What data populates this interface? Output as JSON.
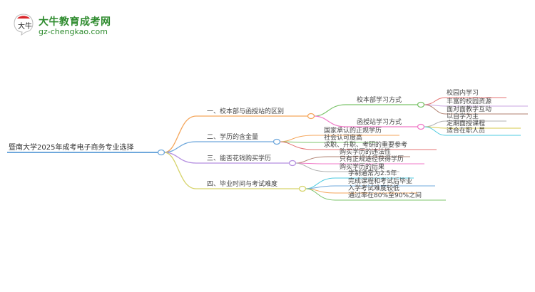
{
  "logo": {
    "title": "大牛教育成考网",
    "url": "gz-chengkao.com",
    "badge_text": "大牛",
    "brand_color": "#2e8b2e",
    "accent_color": "#d9252a"
  },
  "mindmap": {
    "root": "暨南大学2025年成考电子商务专业选择",
    "branches": [
      {
        "label": "一、校本部与函授站的区别",
        "color": "#f5a65b",
        "children": [
          {
            "label": "校本部学习方式",
            "color": "#7cc46b",
            "children": [
              "校园内学习",
              "丰富的校园资源",
              "面对面教学互动"
            ],
            "child_colors": [
              "#e57373",
              "#c9a4e0",
              "#b08070"
            ]
          },
          {
            "label": "函授站学习方式",
            "color": "#f07ac8",
            "children": [
              "以自学为主",
              "定期面授课程",
              "适合在职人员"
            ],
            "child_colors": [
              "#b0b0b0",
              "#d6c94a",
              "#4ecbe0"
            ]
          }
        ]
      },
      {
        "label": "二、学历的含金量",
        "color": "#6fa8dc",
        "children": [
          {
            "label": "国家承认的正规学历",
            "color": "#f5a65b"
          },
          {
            "label": "社会认可度高",
            "color": "#7cc46b"
          },
          {
            "label": "求职、升职、考研的重要参考",
            "color": "#e57373"
          }
        ]
      },
      {
        "label": "三、能否花钱购买学历",
        "color": "#b48ee0",
        "children": [
          {
            "label": "购买学历的违法性",
            "color": "#b08070"
          },
          {
            "label": "只有正规途径获得学历",
            "color": "#f07ac8"
          },
          {
            "label": "购买学历的后果",
            "color": "#b0b0b0"
          }
        ]
      },
      {
        "label": "四、毕业时间与考试难度",
        "color": "#d6d36a",
        "children": [
          {
            "label": "学制通常为2.5年",
            "color": "#4ecbe0"
          },
          {
            "label": "完成课程和考试后毕业",
            "color": "#6fa8dc"
          },
          {
            "label": "入学考试难度较低",
            "color": "#f5a65b"
          },
          {
            "label": "通过率在80%至90%之间",
            "color": "#7cc46b"
          }
        ]
      }
    ],
    "root_color": "#6fa8dc"
  }
}
